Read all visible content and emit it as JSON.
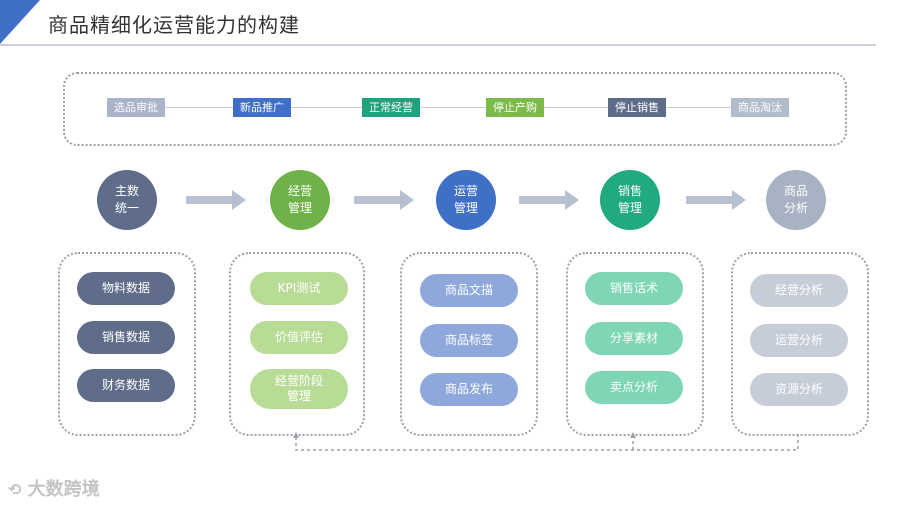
{
  "title": "商品精细化运营能力的构建",
  "stages": [
    {
      "label": "选品审批",
      "color": "#a9b4c8"
    },
    {
      "label": "新品推广",
      "color": "#3f6fc7"
    },
    {
      "label": "正常经营",
      "color": "#1ea37e"
    },
    {
      "label": "停止产购",
      "color": "#7cba4a"
    },
    {
      "label": "停止销售",
      "color": "#5d6c88"
    },
    {
      "label": "商品淘汰",
      "color": "#b3bccb"
    }
  ],
  "flow": [
    {
      "label": "主数\n统一",
      "color": "#5f6d8a"
    },
    {
      "label": "经营\n管理",
      "color": "#6fb24a"
    },
    {
      "label": "运营\n管理",
      "color": "#3f6fc7"
    },
    {
      "label": "销售\n管理",
      "color": "#21a982"
    },
    {
      "label": "商品\n分析",
      "color": "#a9b2c3"
    }
  ],
  "columns": [
    {
      "items": [
        "物料数据",
        "销售数据",
        "财务数据"
      ],
      "fill": "#5f6d8a",
      "text": "#ffffff"
    },
    {
      "items": [
        "KPI测试",
        "价值评估",
        "经营阶段\n管理"
      ],
      "fill": "#b8dc96",
      "text": "#ffffff"
    },
    {
      "items": [
        "商品文描",
        "商品标签",
        "商品发布"
      ],
      "fill": "#8fa8dc",
      "text": "#ffffff"
    },
    {
      "items": [
        "销售话术",
        "分享素材",
        "卖点分析"
      ],
      "fill": "#7ed6b4",
      "text": "#ffffff"
    },
    {
      "items": [
        "经营分析",
        "运营分析",
        "资源分析"
      ],
      "fill": "#c6cdd9",
      "text": "#ffffff"
    }
  ],
  "watermark": "大数跨境",
  "colors": {
    "arrow": "#b6c0d0",
    "dotted": "#9aa0aa"
  }
}
